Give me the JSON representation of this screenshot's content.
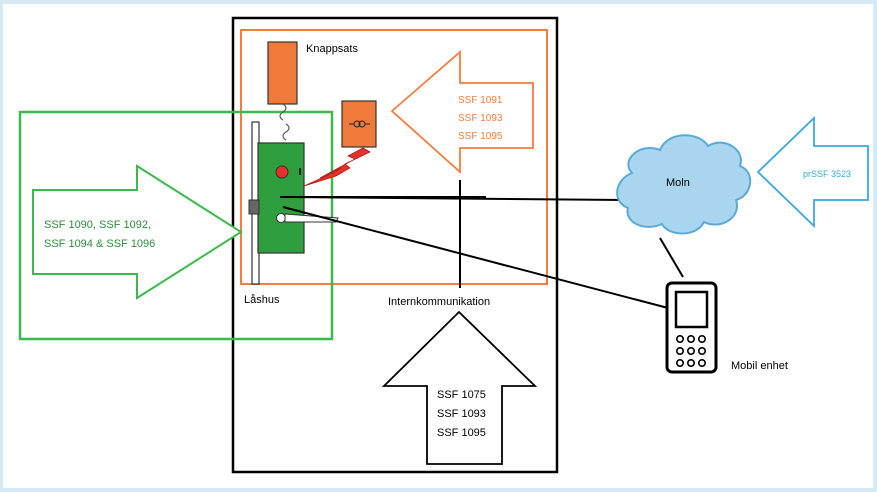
{
  "labels": {
    "knappsats": "Knappsats",
    "orange_standards": [
      "SSF 1091",
      "SSF 1093",
      "SSF 1095"
    ],
    "green_standards": [
      "SSF 1090, SSF 1092,",
      "SSF 1094 & SSF 1096"
    ],
    "lashus": "Låshus",
    "internkommunikation": "Internkommunikation",
    "bottom_standards": [
      "SSF 1075",
      "SSF 1093",
      "SSF 1095"
    ],
    "moln": "Moln",
    "cloud_standard": "prSSF 3523",
    "mobil_enhet": "Mobil enhet"
  },
  "colors": {
    "frame_blue": "#d4eaf5",
    "orange": "#f47c3c",
    "orange_fill": "#f07a3a",
    "green": "#3dba4e",
    "lock_green": "#2e9e3e",
    "cloud_fill": "#a9d6ee",
    "cloud_stroke": "#5aaad8",
    "blue_arrow": "#3aa7e0",
    "red": "#e8302a",
    "black": "#000000"
  },
  "icons": {
    "flash": "lightning-bolt-icon",
    "sensor": "sensor-symbol-icon",
    "phone": "mobile-phone-icon",
    "cloud": "cloud-icon"
  }
}
